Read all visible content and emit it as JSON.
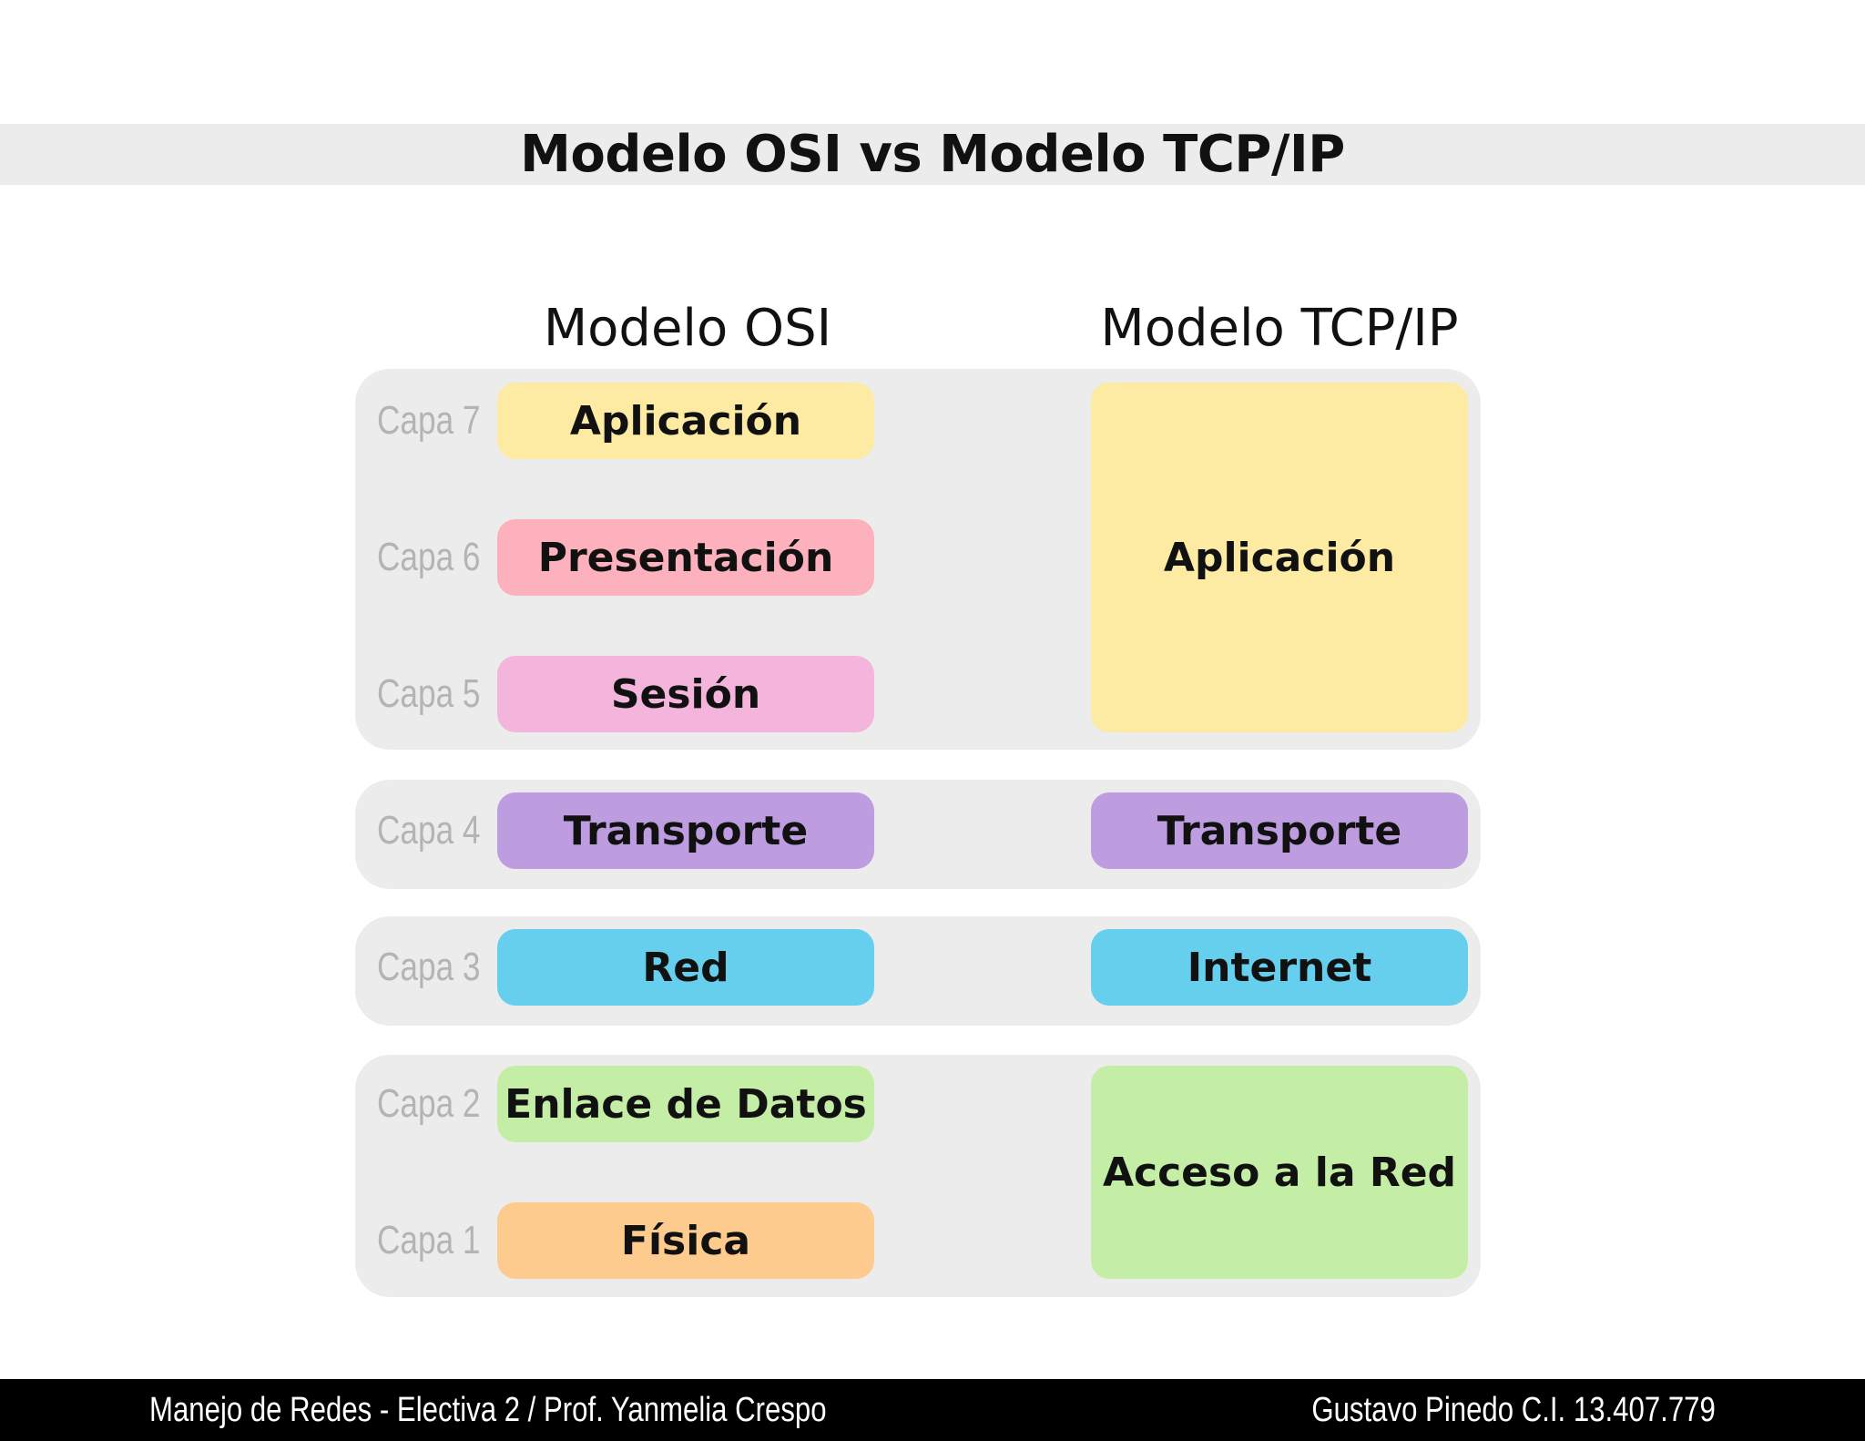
{
  "title": "Modelo OSI vs Modelo TCP/IP",
  "osi_heading": "Modelo OSI",
  "tcp_heading": "Modelo TCP/IP",
  "osi_layers": [
    {
      "label": "Capa 7",
      "name": "Aplicación",
      "color": "#fdeba3"
    },
    {
      "label": "Capa 6",
      "name": "Presentación",
      "color": "#fcb1bc"
    },
    {
      "label": "Capa 5",
      "name": "Sesión",
      "color": "#f4b5dc"
    },
    {
      "label": "Capa 4",
      "name": "Transporte",
      "color": "#bd9ce0"
    },
    {
      "label": "Capa 3",
      "name": "Red",
      "color": "#66cfee"
    },
    {
      "label": "Capa 2",
      "name": "Enlace de Datos",
      "color": "#c4eea5"
    },
    {
      "label": "Capa 1",
      "name": "Física",
      "color": "#fdcb8d"
    }
  ],
  "tcp_layers": [
    {
      "name": "Aplicación",
      "color": "#fdeba3"
    },
    {
      "name": "Transporte",
      "color": "#bd9ce0"
    },
    {
      "name": "Internet",
      "color": "#66cfee"
    },
    {
      "name": "Acceso a la Red",
      "color": "#c4eea5"
    }
  ],
  "footer": {
    "left": "Manejo de Redes - Electiva 2 / Prof. Yanmelia Crespo",
    "right": "Gustavo Pinedo  C.I. 13.407.779"
  }
}
